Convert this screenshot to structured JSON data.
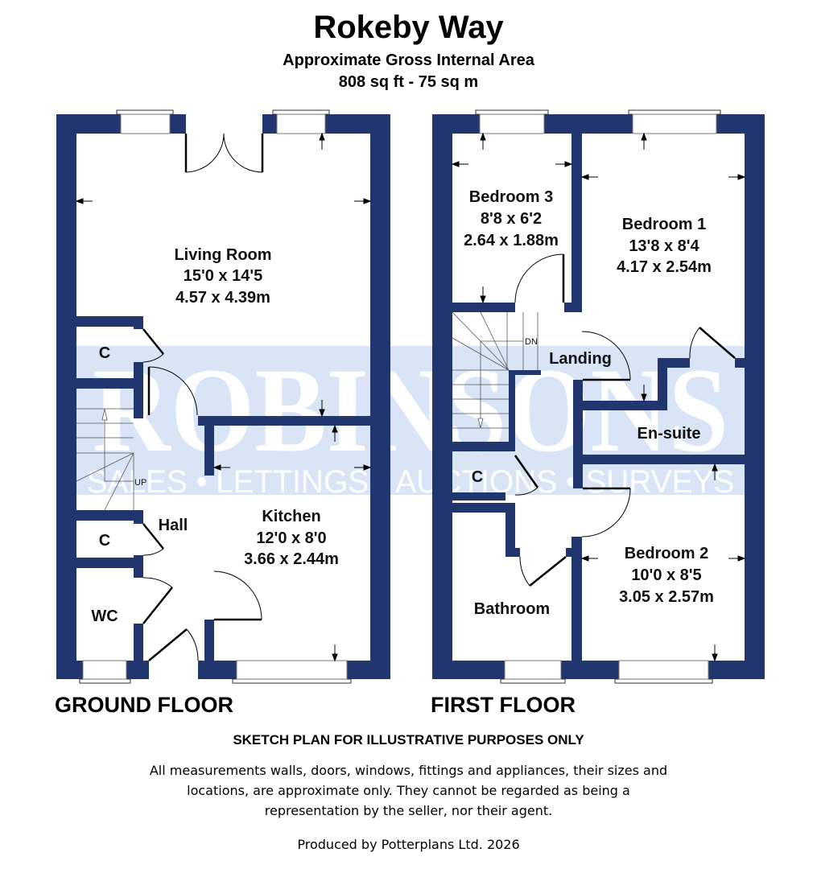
{
  "header": {
    "title": "Rokeby Way",
    "area_label": "Approximate Gross Internal Area",
    "area_value": "808 sq ft - 75 sq m"
  },
  "colors": {
    "wall": "#21366f",
    "watermark_band": "#d9e4f7",
    "watermark_text": "#ffffff",
    "watermark_dot": "#f5e7b0"
  },
  "watermark": {
    "brand": "ROBINSONS",
    "tagline": "SALES • LETTINGS • AUCTIONS • SURVEYS"
  },
  "ground_floor": {
    "label": "GROUND FLOOR",
    "rooms": [
      {
        "name": "Living Room",
        "imperial": "15'0 x 14'5",
        "metric": "4.57 x 4.39m"
      },
      {
        "name": "Kitchen",
        "imperial": "12'0 x 8'0",
        "metric": "3.66 x 2.44m"
      },
      {
        "name": "Hall"
      },
      {
        "name": "C"
      },
      {
        "name": "C"
      },
      {
        "name": "WC"
      }
    ],
    "stair_label": "UP"
  },
  "first_floor": {
    "label": "FIRST FLOOR",
    "rooms": [
      {
        "name": "Bedroom 3",
        "imperial": "8'8 x 6'2",
        "metric": "2.64 x 1.88m"
      },
      {
        "name": "Bedroom 1",
        "imperial": "13'8 x 8'4",
        "metric": "4.17 x 2.54m"
      },
      {
        "name": "Landing"
      },
      {
        "name": "En-suite"
      },
      {
        "name": "C"
      },
      {
        "name": "Bedroom 2",
        "imperial": "10'0 x 8'5",
        "metric": "3.05 x 2.57m"
      },
      {
        "name": "Bathroom"
      }
    ],
    "stair_label": "DN"
  },
  "footer": {
    "disclaimer_heading": "SKETCH PLAN FOR ILLUSTRATIVE PURPOSES ONLY",
    "disclaimer_text": "All measurements walls, doors, windows, fittings and appliances, their sizes and locations, are approximate only. They cannot be regarded as being a representation by the seller, nor their agent.",
    "producer": "Produced by Potterplans Ltd. 2026"
  }
}
